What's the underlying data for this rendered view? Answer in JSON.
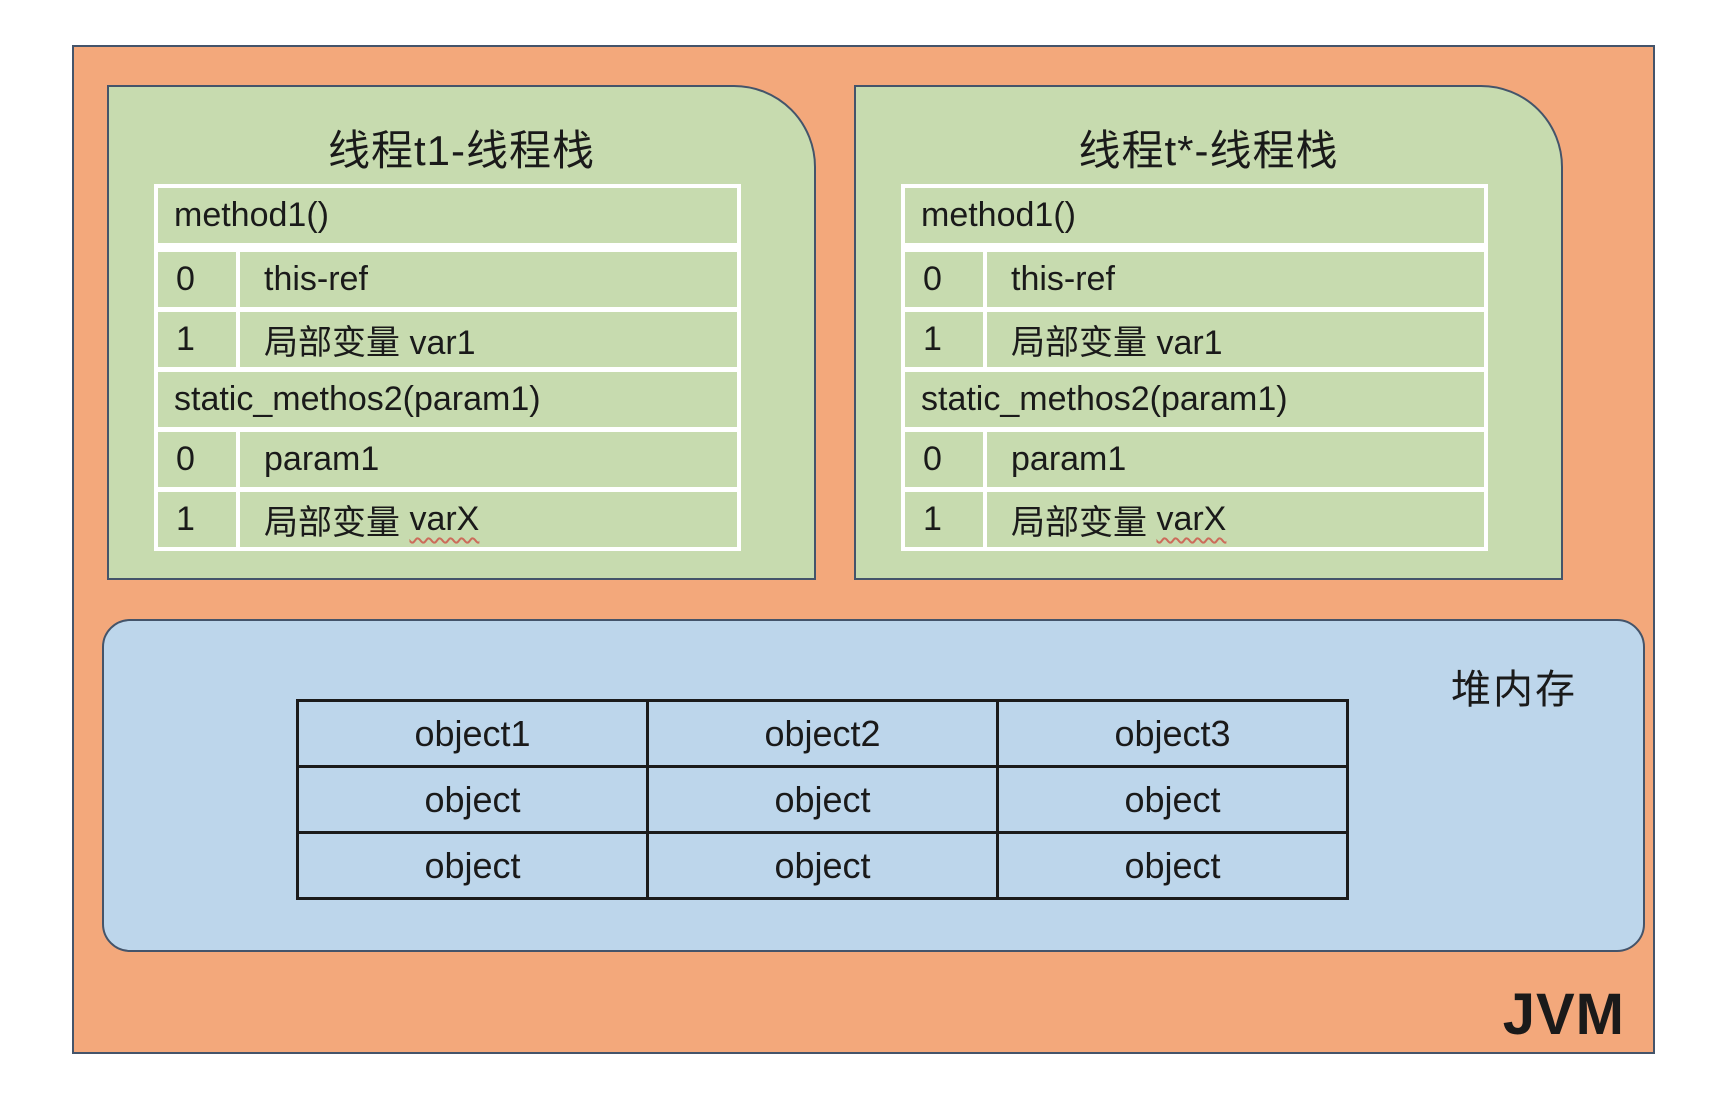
{
  "jvm": {
    "label": "JVM"
  },
  "colors": {
    "outer_background": "#F3A87B",
    "stack_background": "#C7DBAF",
    "heap_background": "#BDD6EB",
    "box_border": "#44546A",
    "stack_table_border": "#FFFFFF",
    "heap_table_border": "#1B1B1B",
    "text": "#1A1A1A",
    "squiggle_underline": "#CC6B5A"
  },
  "stacks": [
    {
      "title": "线程t1-线程栈",
      "rows": [
        {
          "kind": "method",
          "text": "method1()"
        },
        {
          "kind": "slot",
          "index": "0",
          "text": "this-ref",
          "underlined": ""
        },
        {
          "kind": "slot",
          "index": "1",
          "text": "局部变量 var1",
          "underlined": ""
        },
        {
          "kind": "method",
          "text": "static_methos2(param1)"
        },
        {
          "kind": "slot",
          "index": "0",
          "text": "param1",
          "underlined": ""
        },
        {
          "kind": "slot",
          "index": "1",
          "text": "局部变量 ",
          "underlined": "varX"
        }
      ]
    },
    {
      "title": "线程t*-线程栈",
      "rows": [
        {
          "kind": "method",
          "text": "method1()"
        },
        {
          "kind": "slot",
          "index": "0",
          "text": "this-ref",
          "underlined": ""
        },
        {
          "kind": "slot",
          "index": "1",
          "text": "局部变量 var1",
          "underlined": ""
        },
        {
          "kind": "method",
          "text": "static_methos2(param1)"
        },
        {
          "kind": "slot",
          "index": "0",
          "text": "param1",
          "underlined": ""
        },
        {
          "kind": "slot",
          "index": "1",
          "text": "局部变量 ",
          "underlined": "varX"
        }
      ]
    }
  ],
  "heap": {
    "label": "堆内存",
    "table": {
      "headers": [
        "object1",
        "object2",
        "object3"
      ],
      "rows": [
        [
          "object",
          "object",
          "object"
        ],
        [
          "object",
          "object",
          "object"
        ]
      ]
    }
  }
}
